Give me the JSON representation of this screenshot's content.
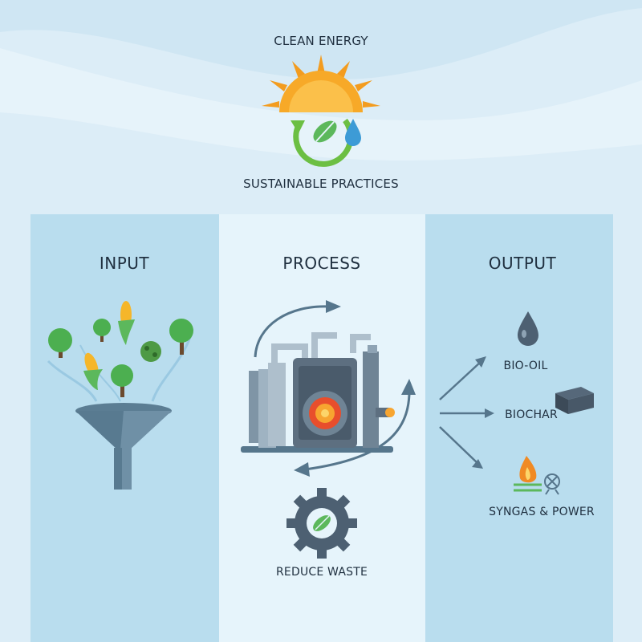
{
  "header": {
    "title": "CLEAN ENERGY",
    "subtitle": "SUSTAINABLE PRACTICES"
  },
  "columns": {
    "input": {
      "heading": "INPUT"
    },
    "process": {
      "heading": "PROCESS",
      "caption": "REDUCE WASTE"
    },
    "output": {
      "heading": "OUTPUT",
      "items": [
        {
          "label": "BIO-OIL",
          "icon": "droplet-icon"
        },
        {
          "label": "BIOCHAR",
          "icon": "charcoal-block-icon"
        },
        {
          "label": "SYNGAS & POWER",
          "icon": "flame-turbine-icon"
        }
      ]
    }
  },
  "colors": {
    "background": "#dcedf7",
    "panel": "#b9ddee",
    "panel_light": "#e6f4fb",
    "accent_green": "#5cb85c",
    "accent_orange": "#f5a623",
    "metal": "#5a6b7b"
  }
}
